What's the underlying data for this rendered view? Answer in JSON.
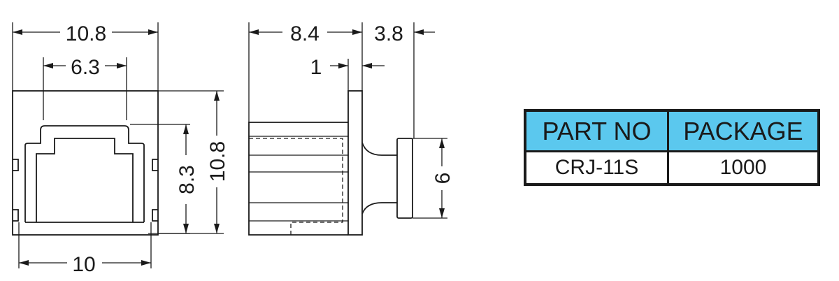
{
  "dimensions": {
    "front_width_top": "10.8",
    "front_opening_width": "6.3",
    "front_bottom_width": "10",
    "front_inner_height": "8.3",
    "front_outer_height": "10.8",
    "side_body_length": "8.4",
    "side_cap_length": "3.8",
    "side_flange_thickness": "1",
    "side_knob_height": "6"
  },
  "table": {
    "header_part_no": "PART NO",
    "header_package": "PACKAGE",
    "part_no": "CRJ-11S",
    "package": "1000"
  },
  "colors": {
    "header_fill": "#5bc8ee",
    "line": "#1a1a1a"
  }
}
